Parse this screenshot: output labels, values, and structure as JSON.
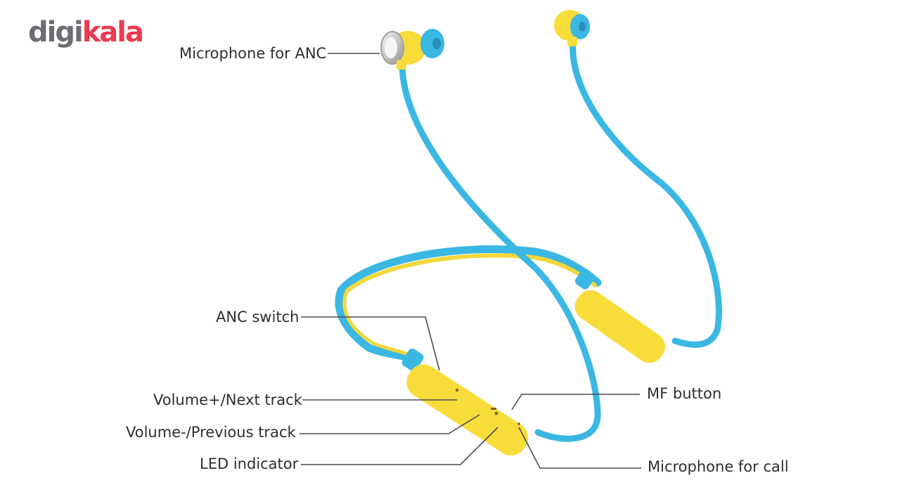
{
  "brand": {
    "part1": "digi",
    "part2": "kala"
  },
  "labels": {
    "mic_anc": "Microphone for ANC",
    "anc_switch": "ANC switch",
    "vol_up": "Volume+/Next track",
    "vol_down": "Volume-/Previous track",
    "led": "LED indicator",
    "mf_button": "MF button",
    "mic_call": "Microphone for call"
  },
  "colors": {
    "cable": "#3ab7e3",
    "body": "#f8dc3a",
    "accent": "#ef394e"
  }
}
